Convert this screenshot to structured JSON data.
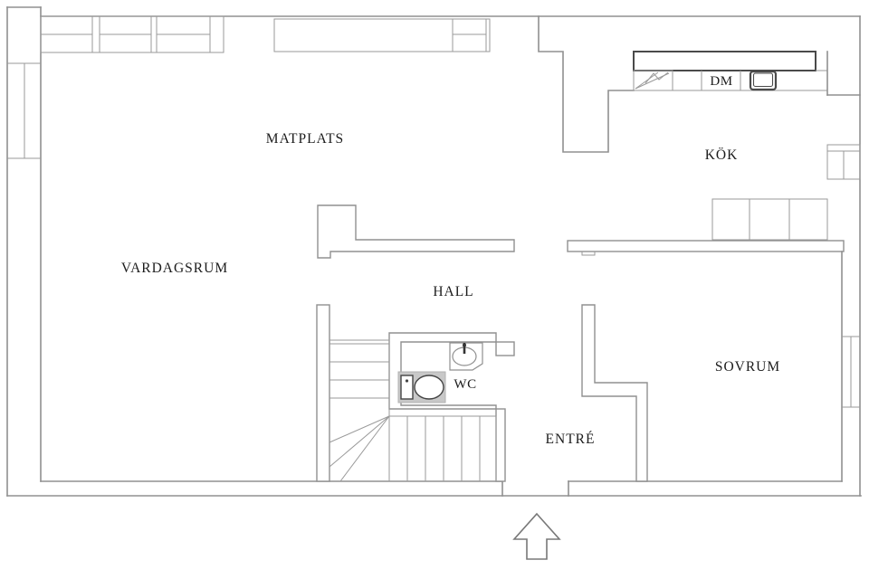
{
  "title": "apartment-floor-plan",
  "colors": {
    "background": "#ffffff",
    "wall_line": "#909090",
    "counter_line": "#4a4a4a",
    "fixture_line": "#444444",
    "toilet_pad": "#c8c8c8",
    "label_text": "#1c1c1c"
  },
  "rooms": {
    "vardagsrum": {
      "label": "VARDAGSRUM"
    },
    "matplats": {
      "label": "MATPLATS"
    },
    "kok": {
      "label": "KÖK"
    },
    "hall": {
      "label": "HALL"
    },
    "wc": {
      "label": "WC"
    },
    "sovrum": {
      "label": "SOVRUM"
    },
    "entre": {
      "label": "ENTRÉ"
    }
  },
  "appliances": {
    "dishwasher": {
      "label": "DM"
    }
  },
  "fixtures": [
    "kitchen-counter",
    "stove-cabinet",
    "kitchen-sink",
    "wall-wardrobes",
    "radiator",
    "staircase",
    "toilet",
    "washbasin",
    "window-left",
    "window-right"
  ],
  "icons": {
    "entrance_arrow": "up-arrow"
  }
}
